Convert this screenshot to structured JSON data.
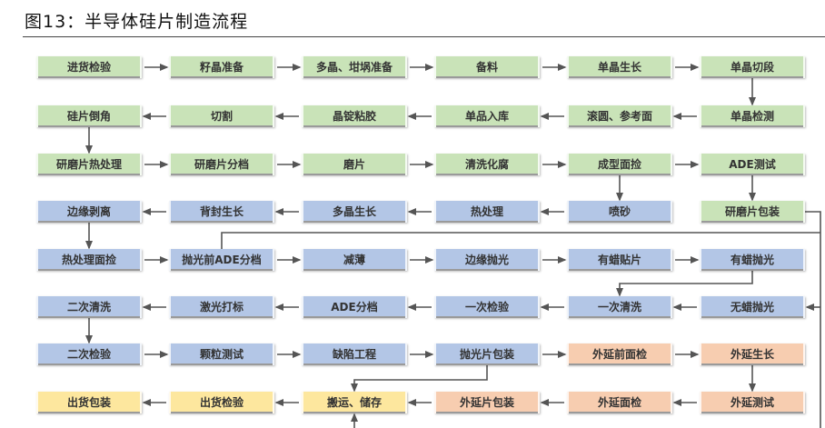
{
  "title": "图13：半导体硅片制造流程",
  "colors": {
    "green": "#c9e3b8",
    "blue": "#b3c6e6",
    "orange": "#f7cdb0",
    "yellow": "#fde79e",
    "line": "#555555"
  },
  "rows": [
    [
      {
        "label": "进货检验",
        "c": "green"
      },
      {
        "label": "籽晶准备",
        "c": "green"
      },
      {
        "label": "多晶、坩埚准备",
        "c": "green"
      },
      {
        "label": "备料",
        "c": "green"
      },
      {
        "label": "单晶生长",
        "c": "green"
      },
      {
        "label": "单晶切段",
        "c": "green"
      }
    ],
    [
      {
        "label": "硅片倒角",
        "c": "green"
      },
      {
        "label": "切割",
        "c": "green"
      },
      {
        "label": "晶锭粘胶",
        "c": "green"
      },
      {
        "label": "单品入库",
        "c": "green"
      },
      {
        "label": "滚圆、参考面",
        "c": "green"
      },
      {
        "label": "单晶检测",
        "c": "green"
      }
    ],
    [
      {
        "label": "研磨片热处理",
        "c": "green"
      },
      {
        "label": "研磨片分档",
        "c": "green"
      },
      {
        "label": "磨片",
        "c": "green"
      },
      {
        "label": "清洗化腐",
        "c": "green"
      },
      {
        "label": "成型面捡",
        "c": "green"
      },
      {
        "label": "ADE测试",
        "c": "green"
      }
    ],
    [
      {
        "label": "边缘剥离",
        "c": "blue"
      },
      {
        "label": "背封生长",
        "c": "blue"
      },
      {
        "label": "多晶生长",
        "c": "blue"
      },
      {
        "label": "热处理",
        "c": "blue"
      },
      {
        "label": "喷砂",
        "c": "blue"
      },
      {
        "label": "研磨片包装",
        "c": "green"
      }
    ],
    [
      {
        "label": "热处理面捡",
        "c": "blue"
      },
      {
        "label": "抛光前ADE分档",
        "c": "blue"
      },
      {
        "label": "减薄",
        "c": "blue"
      },
      {
        "label": "边缘抛光",
        "c": "blue"
      },
      {
        "label": "有蜡贴片",
        "c": "blue"
      },
      {
        "label": "有蜡抛光",
        "c": "blue"
      }
    ],
    [
      {
        "label": "二次清洗",
        "c": "blue"
      },
      {
        "label": "激光打标",
        "c": "blue"
      },
      {
        "label": "ADE分档",
        "c": "blue"
      },
      {
        "label": "一次检验",
        "c": "blue"
      },
      {
        "label": "一次清洗",
        "c": "blue"
      },
      {
        "label": "无蜡抛光",
        "c": "blue"
      }
    ],
    [
      {
        "label": "二次检验",
        "c": "blue"
      },
      {
        "label": "颗粒测试",
        "c": "blue"
      },
      {
        "label": "缺陷工程",
        "c": "blue"
      },
      {
        "label": "抛光片包装",
        "c": "blue"
      },
      {
        "label": "外延前面检",
        "c": "orange"
      },
      {
        "label": "外延生长",
        "c": "orange"
      }
    ],
    [
      {
        "label": "出货包装",
        "c": "yellow"
      },
      {
        "label": "出货检验",
        "c": "yellow"
      },
      {
        "label": "搬运、储存",
        "c": "yellow"
      },
      {
        "label": "外延片包装",
        "c": "orange"
      },
      {
        "label": "外延面检",
        "c": "orange"
      },
      {
        "label": "外延测试",
        "c": "orange"
      }
    ]
  ]
}
